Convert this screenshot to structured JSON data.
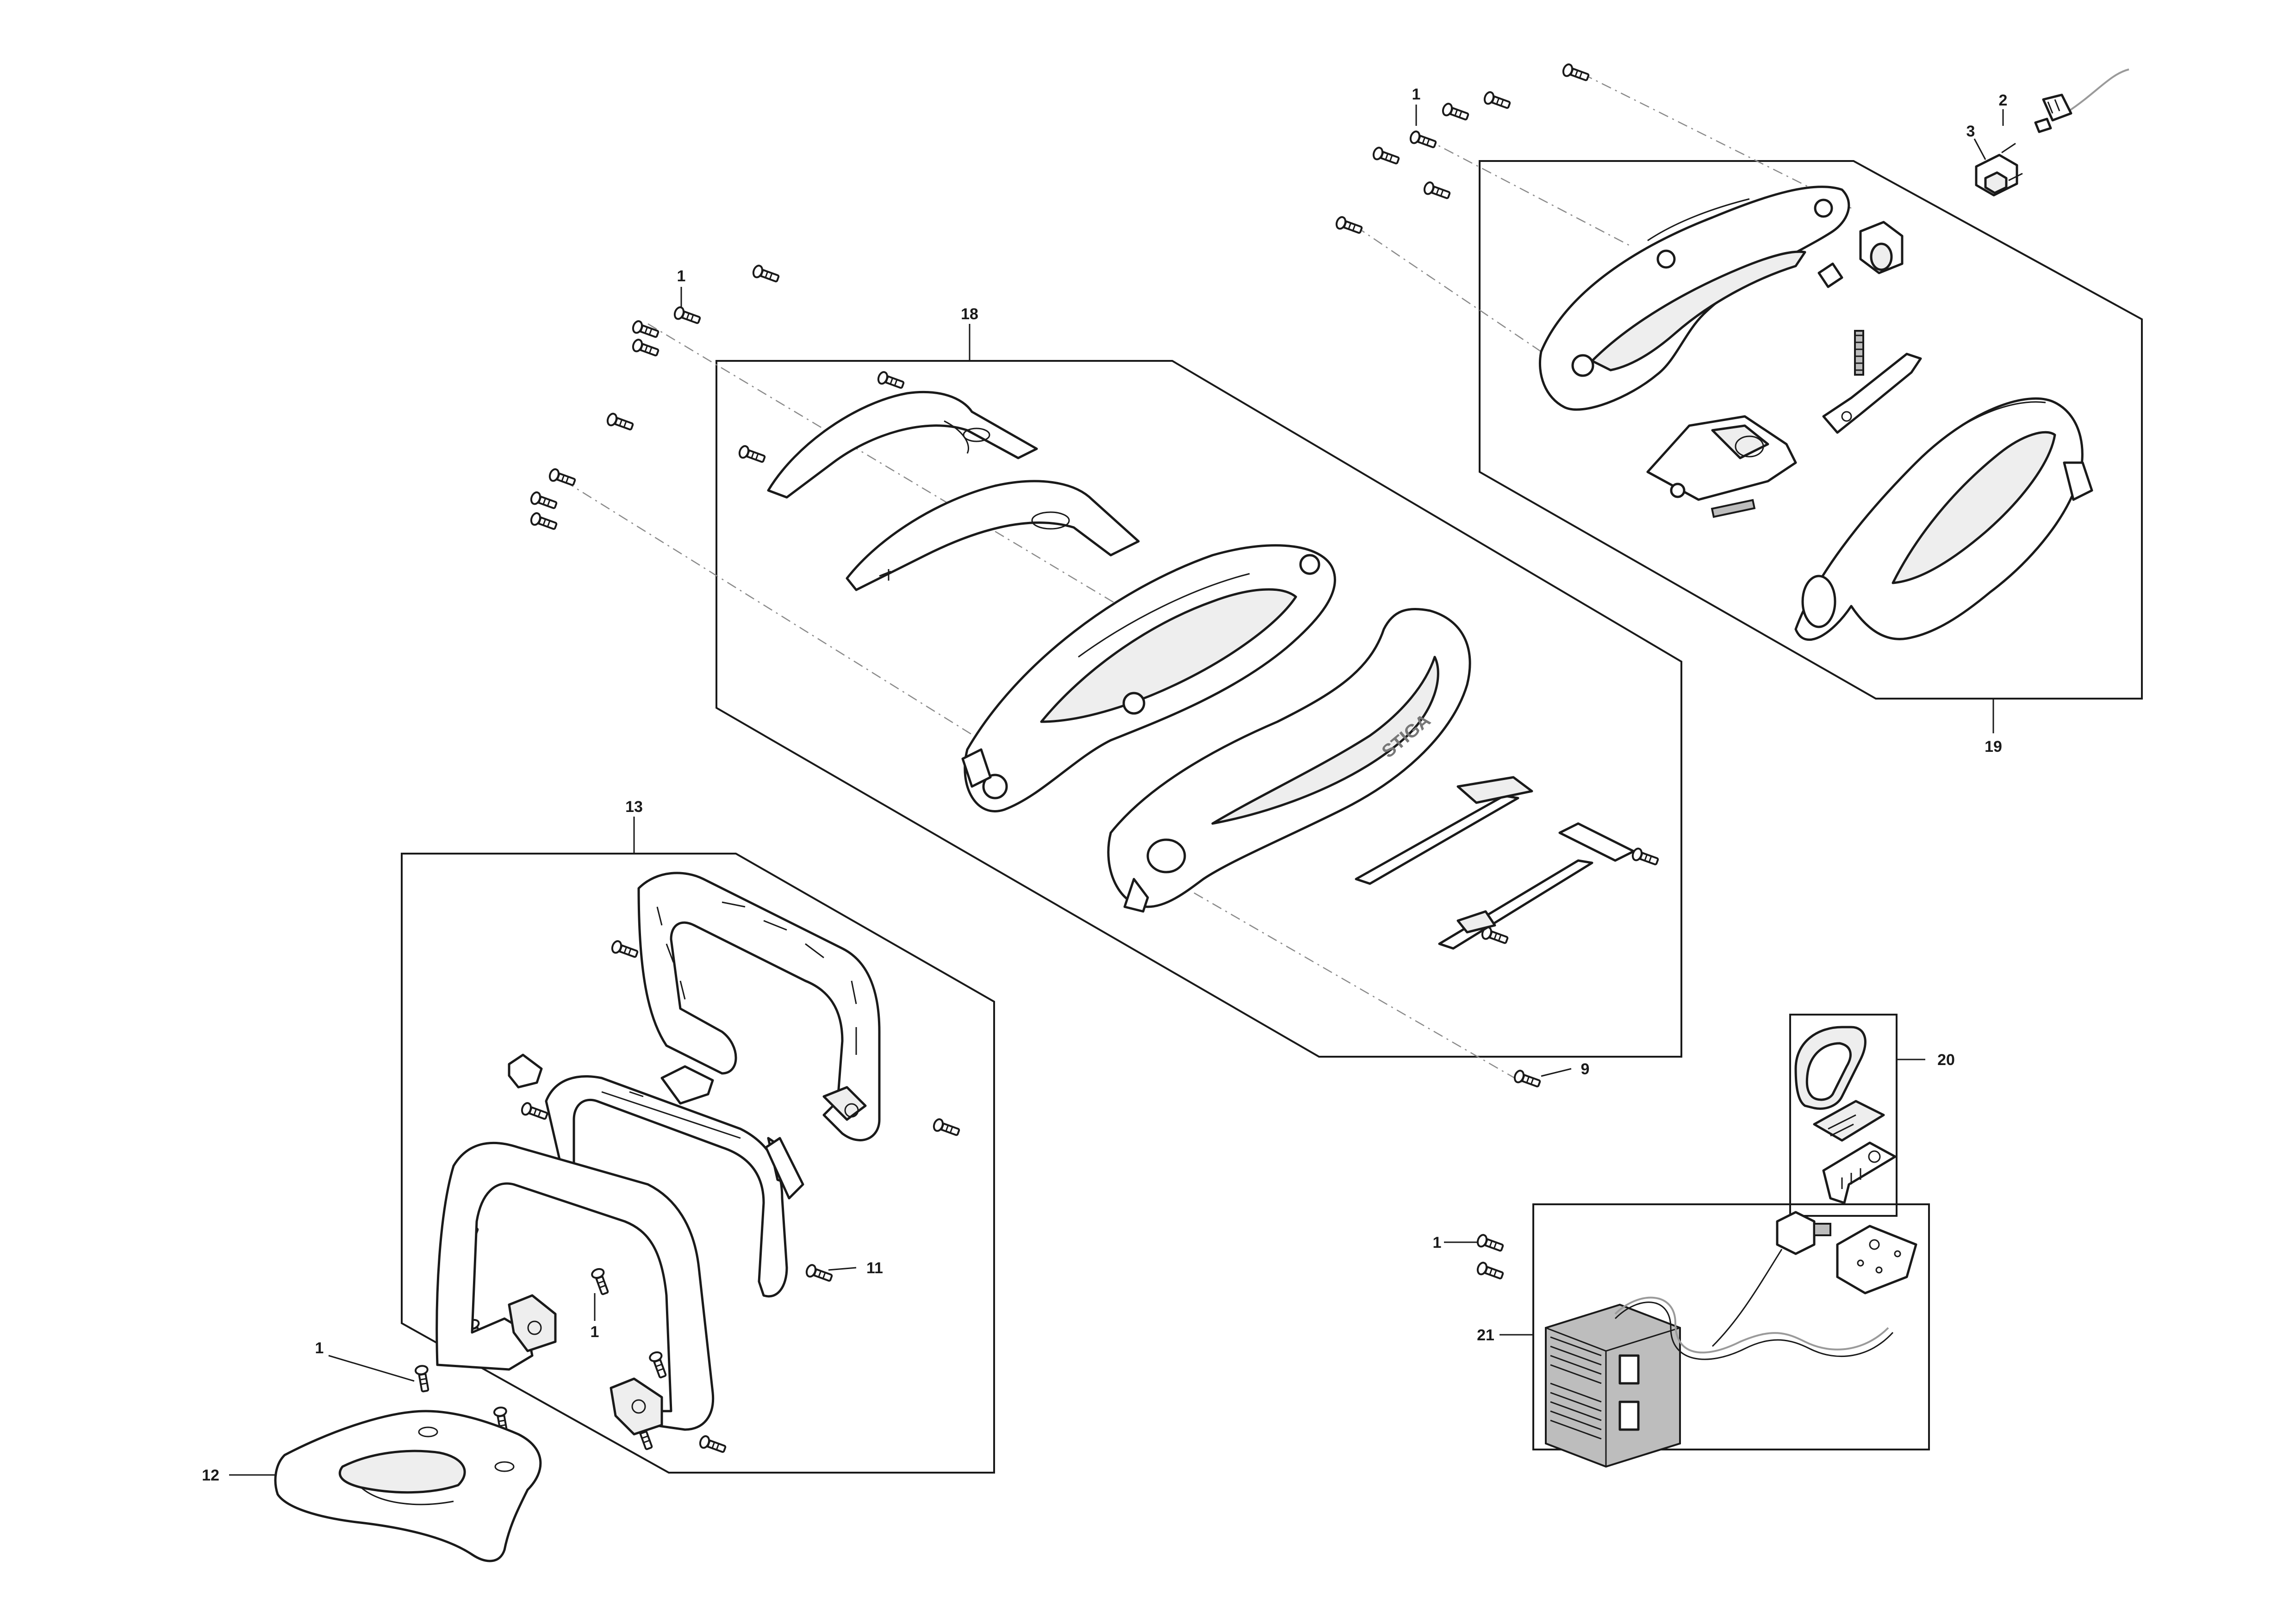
{
  "callouts": {
    "c1_top": "1",
    "c2": "2",
    "c3": "3",
    "c1_left": "1",
    "c18": "18",
    "c19": "19",
    "c13": "13",
    "c9": "9",
    "c20": "20",
    "c1_right": "1",
    "c21": "21",
    "c11": "11",
    "c1_mid": "1",
    "c1_bottom": "1",
    "c12": "12"
  },
  "brand_mark": "STIGA"
}
